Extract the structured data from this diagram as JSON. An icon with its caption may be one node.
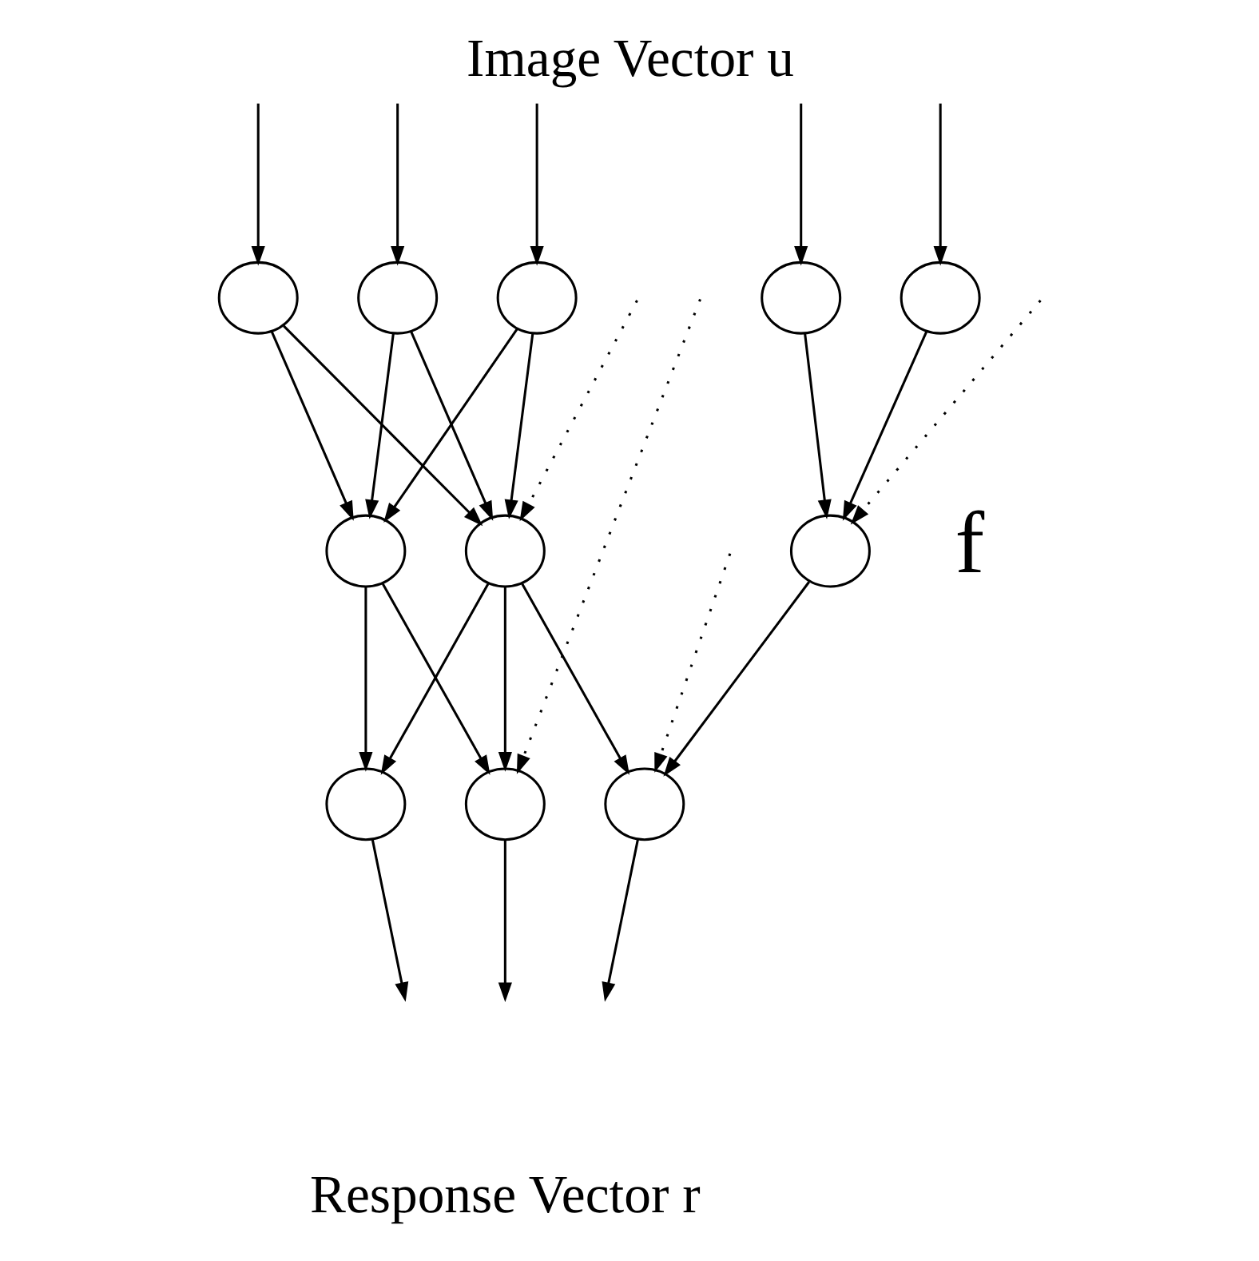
{
  "diagram": {
    "title": "Image Vector u",
    "caption": "Response Vector r",
    "nodes": [
      {
        "text": [],
        "shape": "circle"
      },
      {
        "text": [],
        "shape": "circle"
      },
      {
        "text": [],
        "shape": "circle"
      },
      {
        "text": [],
        "shape": "circle"
      },
      {
        "text": [],
        "shape": "circle"
      },
      {
        "text": [],
        "shape": "circle"
      },
      {
        "text": [],
        "shape": "circle"
      },
      {
        "text": [],
        "shape": "circle"
      },
      {
        "text": [],
        "shape": "circle"
      },
      {
        "text": [],
        "shape": "circle"
      },
      {
        "text": [],
        "shape": "circle"
      }
    ],
    "edges": [
      {
        "from": null,
        "to": 0,
        "arrow": "to"
      },
      {
        "from": null,
        "to": 1,
        "arrow": "to"
      },
      {
        "from": null,
        "to": 2,
        "arrow": "to"
      },
      {
        "from": null,
        "to": 3,
        "arrow": "to"
      },
      {
        "from": null,
        "to": 4,
        "arrow": "to"
      },
      {
        "from": 0,
        "to": 5,
        "arrow": "to"
      },
      {
        "from": 0,
        "to": 6,
        "arrow": "to"
      },
      {
        "from": 1,
        "to": 5,
        "arrow": "to"
      },
      {
        "from": 1,
        "to": 6,
        "arrow": "to"
      },
      {
        "from": 2,
        "to": 5,
        "arrow": "to"
      },
      {
        "from": 2,
        "to": 6,
        "arrow": "to"
      },
      {
        "from": null,
        "to": 6,
        "arrow": "to",
        "style": "dashed"
      },
      {
        "from": 3,
        "to": 7,
        "arrow": "to"
      },
      {
        "from": null,
        "to": 7,
        "arrow": "to",
        "style": "dashed"
      },
      {
        "from": 4,
        "to": 7,
        "arrow": "to"
      },
      {
        "from": 5,
        "to": 8,
        "arrow": "to"
      },
      {
        "from": 5,
        "to": 9,
        "arrow": "to"
      },
      {
        "from": 6,
        "to": 8,
        "arrow": "to"
      },
      {
        "from": 6,
        "to": 9,
        "arrow": "to"
      },
      {
        "from": null,
        "to": 9,
        "arrow": "to",
        "style": "dashed"
      },
      {
        "from": 6,
        "to": 10,
        "arrow": "to"
      },
      {
        "from": null,
        "to": 10,
        "arrow": "to",
        "style": "dashed"
      },
      {
        "from": 7,
        "to": 10,
        "arrow": "to"
      },
      {
        "from": 8,
        "to": null,
        "arrow": "to"
      },
      {
        "from": 9,
        "to": null,
        "arrow": "to"
      },
      {
        "from": 10,
        "to": null,
        "arrow": "to"
      }
    ],
    "labels": [
      "f"
    ]
  }
}
